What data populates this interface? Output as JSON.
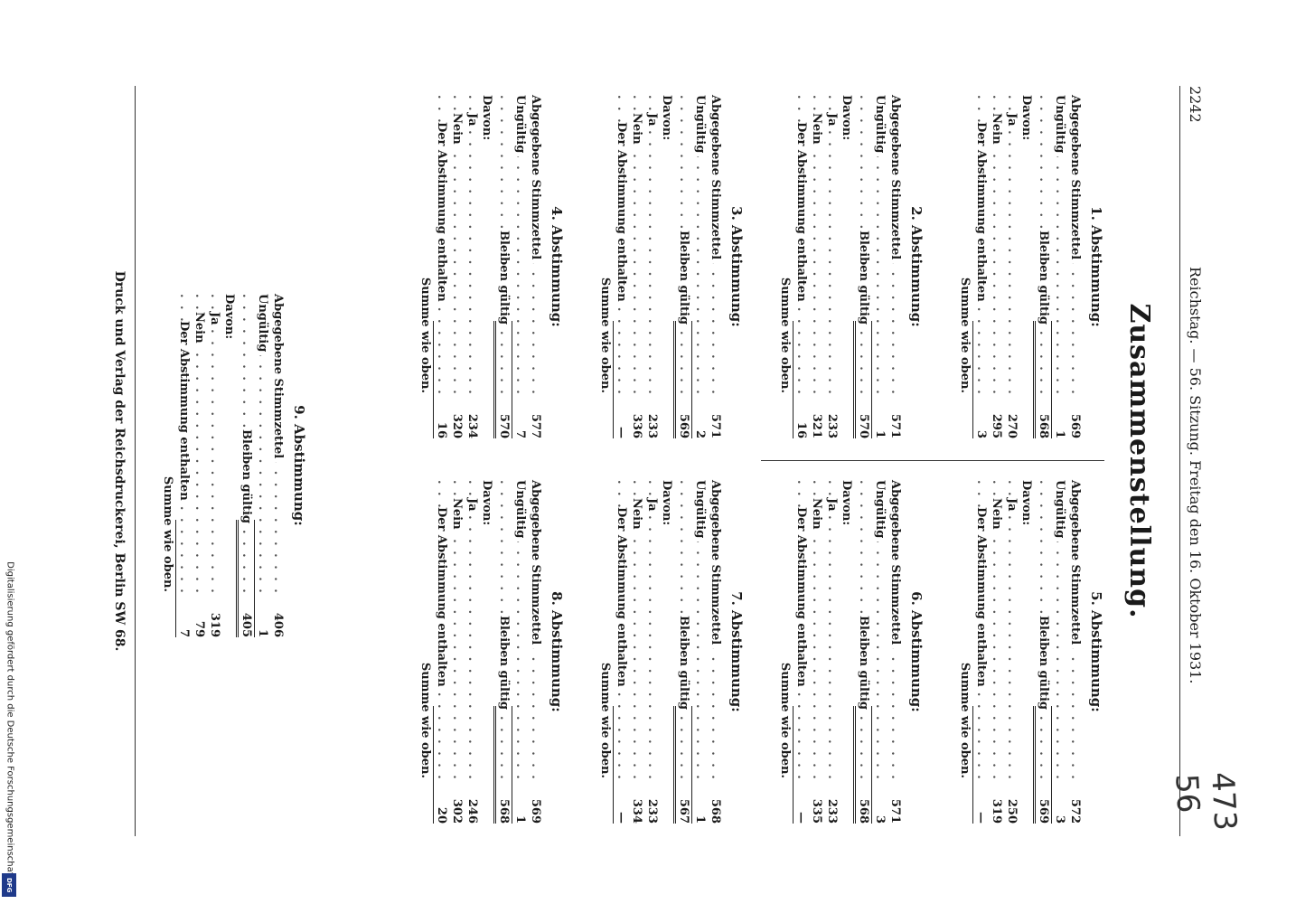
{
  "credit": {
    "text": "Digitalisierung gefördert durch die Deutsche Forschungsgemeinschaft -",
    "logo": "DFG"
  },
  "header": {
    "page_number": "2242",
    "running_title": "Reichstag. — 56. Sitzung. Freitag den 16. Oktober 1931."
  },
  "handwritten_mark": "473 56",
  "title": "Zusammenstellung.",
  "labels": {
    "abgegeben": "Abgegebene Stimmzettel",
    "ungueltig": "Ungültig",
    "bleiben": "Bleiben gültig",
    "davon": "Davon:",
    "ja": "Ja",
    "nein": "Nein",
    "enthalten": "Der Abstimmung enthalten",
    "summe": "Summe wie oben."
  },
  "votes": [
    {
      "head": "1. Abstimmung:",
      "abgegeben": "569",
      "ungueltig": "1",
      "gueltig": "568",
      "ja": "270",
      "nein": "295",
      "enthalten": "3"
    },
    {
      "head": "2. Abstimmung:",
      "abgegeben": "571",
      "ungueltig": "1",
      "gueltig": "570",
      "ja": "233",
      "nein": "321",
      "enthalten": "16"
    },
    {
      "head": "3. Abstimmung:",
      "abgegeben": "571",
      "ungueltig": "2",
      "gueltig": "569",
      "ja": "233",
      "nein": "336",
      "enthalten": "—"
    },
    {
      "head": "4. Abstimmung:",
      "abgegeben": "577",
      "ungueltig": "7",
      "gueltig": "570",
      "ja": "234",
      "nein": "320",
      "enthalten": "16"
    },
    {
      "head": "5. Abstimmung:",
      "abgegeben": "572",
      "ungueltig": "3",
      "gueltig": "569",
      "ja": "250",
      "nein": "319",
      "enthalten": "—"
    },
    {
      "head": "6. Abstimmung:",
      "abgegeben": "571",
      "ungueltig": "3",
      "gueltig": "568",
      "ja": "233",
      "nein": "335",
      "enthalten": "—"
    },
    {
      "head": "7. Abstimmung:",
      "abgegeben": "568",
      "ungueltig": "1",
      "gueltig": "567",
      "ja": "233",
      "nein": "334",
      "enthalten": "—"
    },
    {
      "head": "8. Abstimmung:",
      "abgegeben": "569",
      "ungueltig": "1",
      "gueltig": "568",
      "ja": "246",
      "nein": "302",
      "enthalten": "20"
    },
    {
      "head": "9. Abstimmung:",
      "abgegeben": "406",
      "ungueltig": "1",
      "gueltig": "405",
      "ja": "319",
      "nein": "79",
      "enthalten": "7"
    }
  ],
  "footer": "Druck und Verlag der Reichsdruckerei, Berlin SW 68."
}
